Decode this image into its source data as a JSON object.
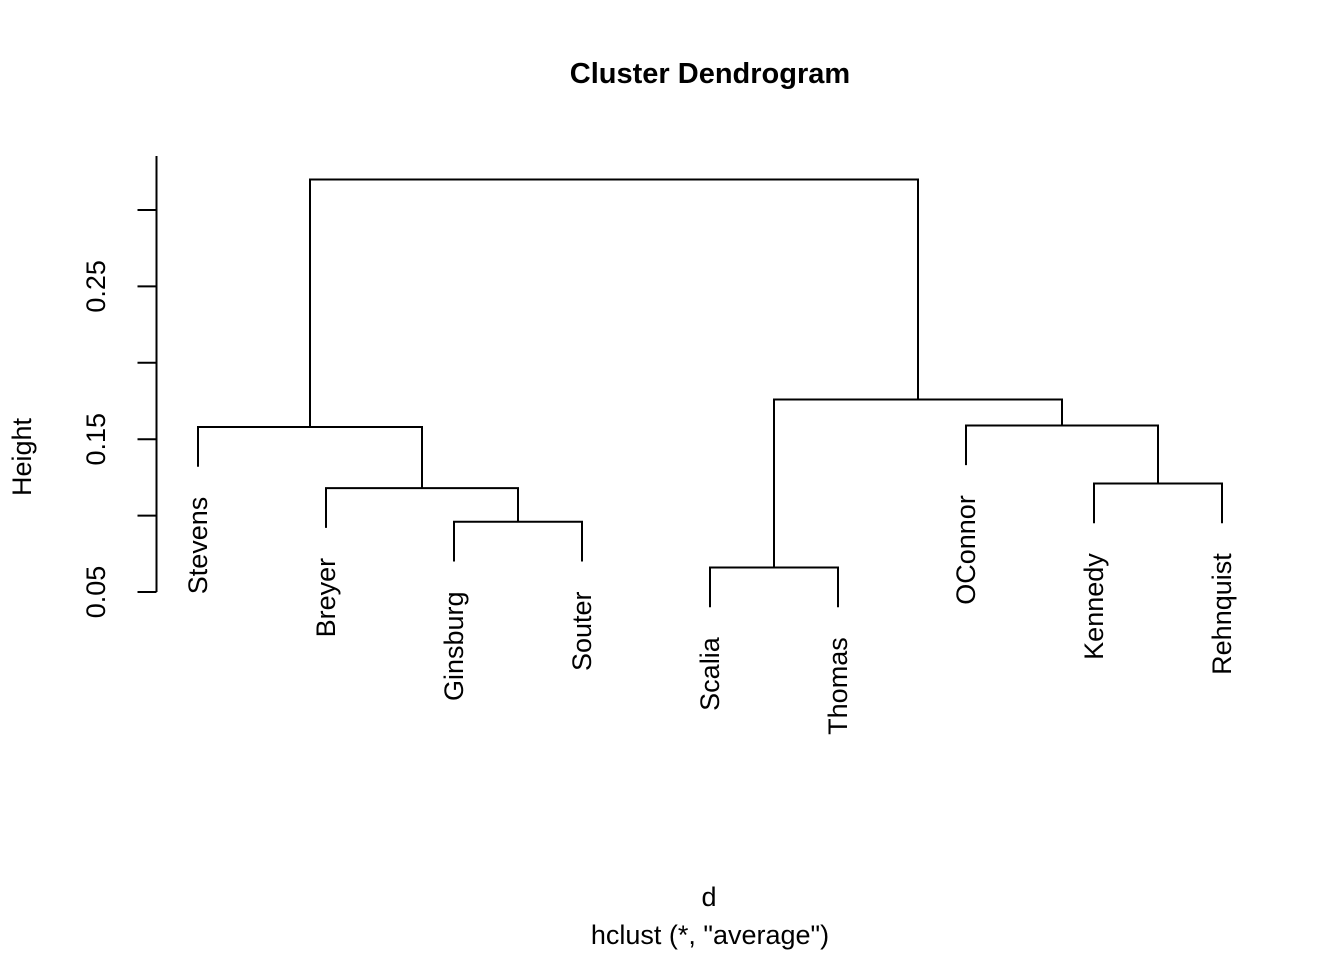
{
  "figure": {
    "title": "Cluster Dendrogram",
    "y_axis": {
      "label": "Height",
      "ticks": [
        {
          "value": 0.05,
          "label": "0.05"
        },
        {
          "value": 0.1,
          "label": ""
        },
        {
          "value": 0.15,
          "label": "0.15"
        },
        {
          "value": 0.2,
          "label": ""
        },
        {
          "value": 0.25,
          "label": "0.25"
        },
        {
          "value": 0.3,
          "label": ""
        }
      ]
    },
    "caption": {
      "line1": "d",
      "line2": "hclust (*, \"average\")"
    }
  },
  "chart_data": {
    "type": "dendrogram",
    "title": "Cluster Dendrogram",
    "ylabel": "Height",
    "xlabel": "d",
    "method_caption": "hclust (*, \"average\")",
    "leaves": [
      "Stevens",
      "Breyer",
      "Ginsburg",
      "Souter",
      "Scalia",
      "Thomas",
      "OConnor",
      "Kennedy",
      "Rehnquist"
    ],
    "merges": [
      {
        "id": "ST",
        "left": "Scalia",
        "right": "Thomas",
        "height": 0.066
      },
      {
        "id": "GS",
        "left": "Ginsburg",
        "right": "Souter",
        "height": 0.096
      },
      {
        "id": "BGS",
        "left": "Breyer",
        "right": "GS",
        "height": 0.118
      },
      {
        "id": "KR",
        "left": "Kennedy",
        "right": "Rehnquist",
        "height": 0.121
      },
      {
        "id": "LEFT",
        "left": "Stevens",
        "right": "BGS",
        "height": 0.158
      },
      {
        "id": "OKR",
        "left": "OConnor",
        "right": "KR",
        "height": 0.159
      },
      {
        "id": "RIGHT",
        "left": "ST",
        "right": "OKR",
        "height": 0.176
      },
      {
        "id": "ROOT",
        "left": "LEFT",
        "right": "RIGHT",
        "height": 0.32
      }
    ],
    "hang": 0.026,
    "ylim": [
      0.05,
      0.335
    ],
    "grid": false,
    "colors": {
      "line": "#000000",
      "text": "#000000",
      "background": "#ffffff"
    }
  }
}
